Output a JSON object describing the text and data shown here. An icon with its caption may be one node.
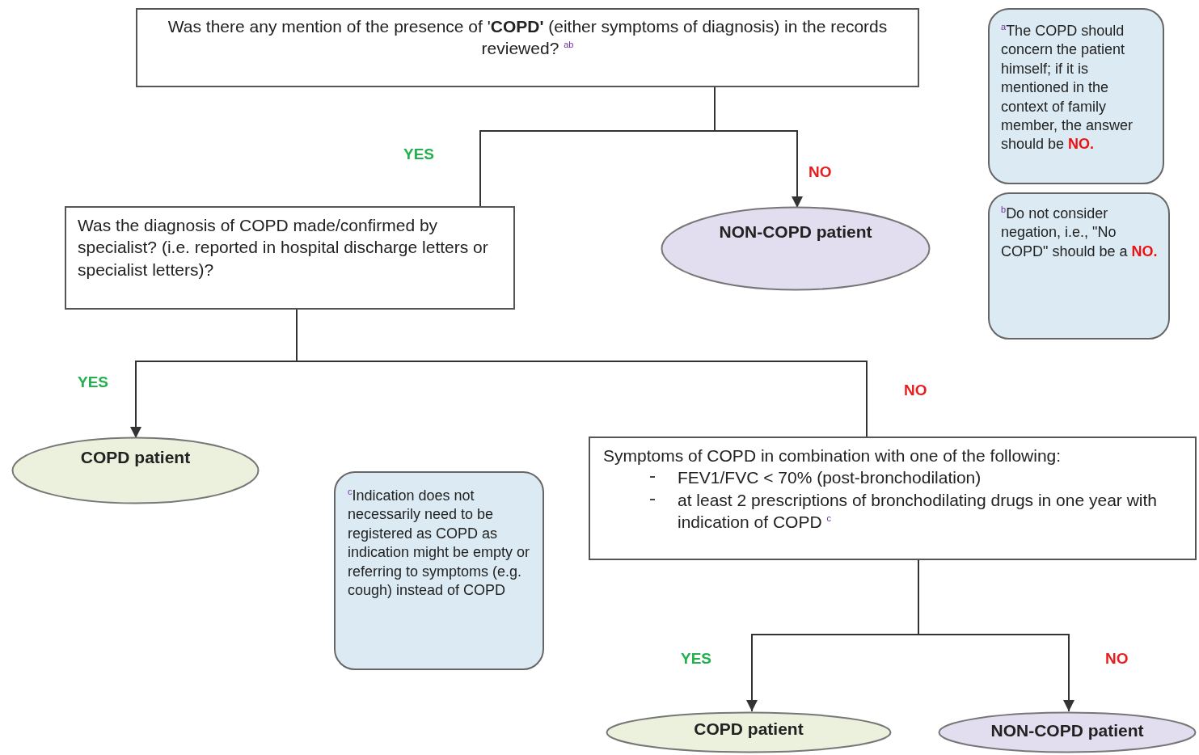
{
  "diagram": {
    "nodes": [
      {
        "text": [
          "Was there any mention of the presence of '**COPD'** (either symptoms of diagnosis) in the records reviewed? $^{ab}$"
        ]
      },
      {
        "text": [
          "$^{a}$The COPD should concern the patient himself; if it is mentioned in the context of family member, the answer should be **NO.**"
        ]
      },
      {
        "text": [
          "Was the diagnosis of COPD made/confirmed by specialist? (i.e. reported in hospital discharge letters or specialist letters)?"
        ]
      },
      {
        "text": [
          "NON-COPD patient"
        ]
      },
      {
        "text": [
          "$^{b}$Do not consider negation, i.e., \"No COPD\" should be a **NO.**"
        ]
      },
      {
        "text": [
          "COPD patient"
        ]
      },
      {
        "text": [
          "Symptoms of COPD in combination with one of the following:",
          "FEV1/FVC < 70% (post-bronchodilation)",
          "at least 2 prescriptions of bronchodilating drugs in one year with indication of COPD $^{c}$"
        ]
      },
      {
        "text": [
          "$^{c}$Indication does not necessarily need to be registered as COPD as indication might be empty or referring to symptoms (e.g. cough) instead of COPD"
        ]
      },
      {
        "text": [
          "COPD patient"
        ]
      },
      {
        "text": [
          "NON-COPD patient"
        ]
      }
    ],
    "edges": [
      {
        "from": 0,
        "to": 2,
        "arrow": "none",
        "label": "YES"
      },
      {
        "from": 0,
        "to": 3,
        "arrow": "to",
        "label": "NO"
      },
      {
        "from": 2,
        "to": 5,
        "arrow": "to",
        "label": "YES"
      },
      {
        "from": 2,
        "to": 6,
        "arrow": "none",
        "label": "NO"
      },
      {
        "from": 6,
        "to": 8,
        "arrow": "to",
        "label": "YES"
      },
      {
        "from": 6,
        "to": 9,
        "arrow": "to",
        "label": "NO"
      }
    ]
  }
}
